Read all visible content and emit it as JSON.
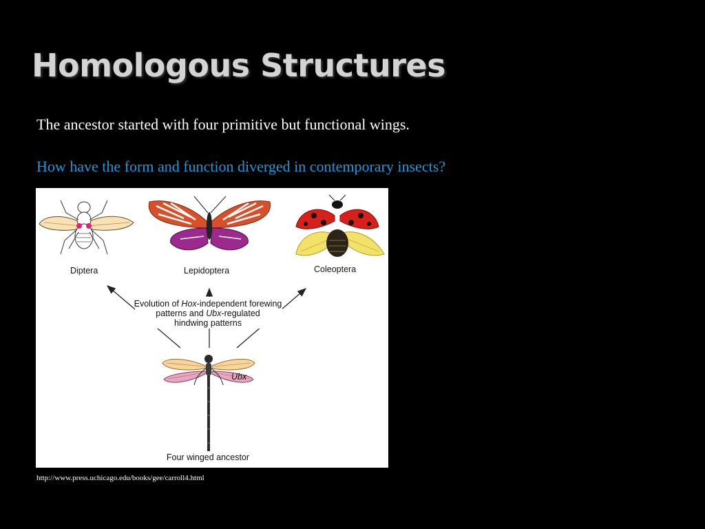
{
  "slide": {
    "title": "Homologous Structures",
    "line1": "The ancestor started with four primitive but functional wings.",
    "line2": "How have the form and function diverged in contemporary insects?",
    "source_url": "http://www.press.uchicago.edu/books/gee/carroll4.html"
  },
  "figure": {
    "labels": {
      "diptera": "Diptera",
      "lepidoptera": "Lepidoptera",
      "coleoptera": "Coleoptera",
      "caption_pre": "Evolution of ",
      "caption_hox": "Hox",
      "caption_mid": "-independent forewing",
      "caption_line2_pre": "patterns and ",
      "caption_ubx": "Ubx",
      "caption_line2_post": "-regulated",
      "caption_line3": "hindwing patterns",
      "ubx_tag": "Ubx",
      "ancestor": "Four winged ancestor"
    }
  },
  "colors": {
    "background": "#000000",
    "title": "#d4d4d4",
    "body_text": "#ffffff",
    "question_text": "#1b9ae0",
    "butterfly_forewing": "#d8502a",
    "butterfly_hindwing": "#9c2a8e",
    "ladybug_elytra": "#d8201a",
    "ladybug_wings": "#f3e26a"
  }
}
